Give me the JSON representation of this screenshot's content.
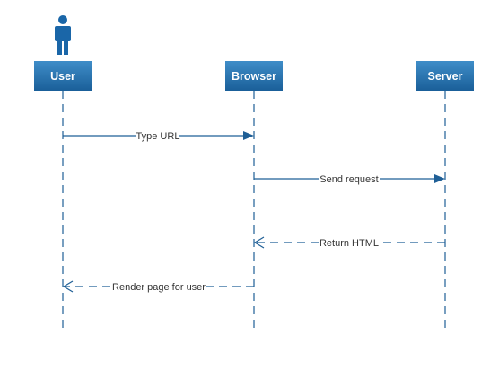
{
  "actors": [
    {
      "id": "user",
      "label": "User",
      "has_person_icon": true
    },
    {
      "id": "browser",
      "label": "Browser",
      "has_person_icon": false
    },
    {
      "id": "server",
      "label": "Server",
      "has_person_icon": false
    }
  ],
  "messages": [
    {
      "id": "type-url",
      "from": "user",
      "to": "browser",
      "label": "Type URL",
      "style": "solid"
    },
    {
      "id": "send-request",
      "from": "browser",
      "to": "server",
      "label": "Send request",
      "style": "solid"
    },
    {
      "id": "return-html",
      "from": "server",
      "to": "browser",
      "label": "Return HTML",
      "style": "dashed"
    },
    {
      "id": "render-page",
      "from": "browser",
      "to": "user",
      "label": "Render page for user",
      "style": "dashed"
    }
  ],
  "colors": {
    "actor_box_top": "#3f8dc8",
    "actor_box_bottom": "#1a5f99",
    "line": "#1f5f96",
    "label_text": "#333333",
    "actor_text": "#ffffff"
  }
}
